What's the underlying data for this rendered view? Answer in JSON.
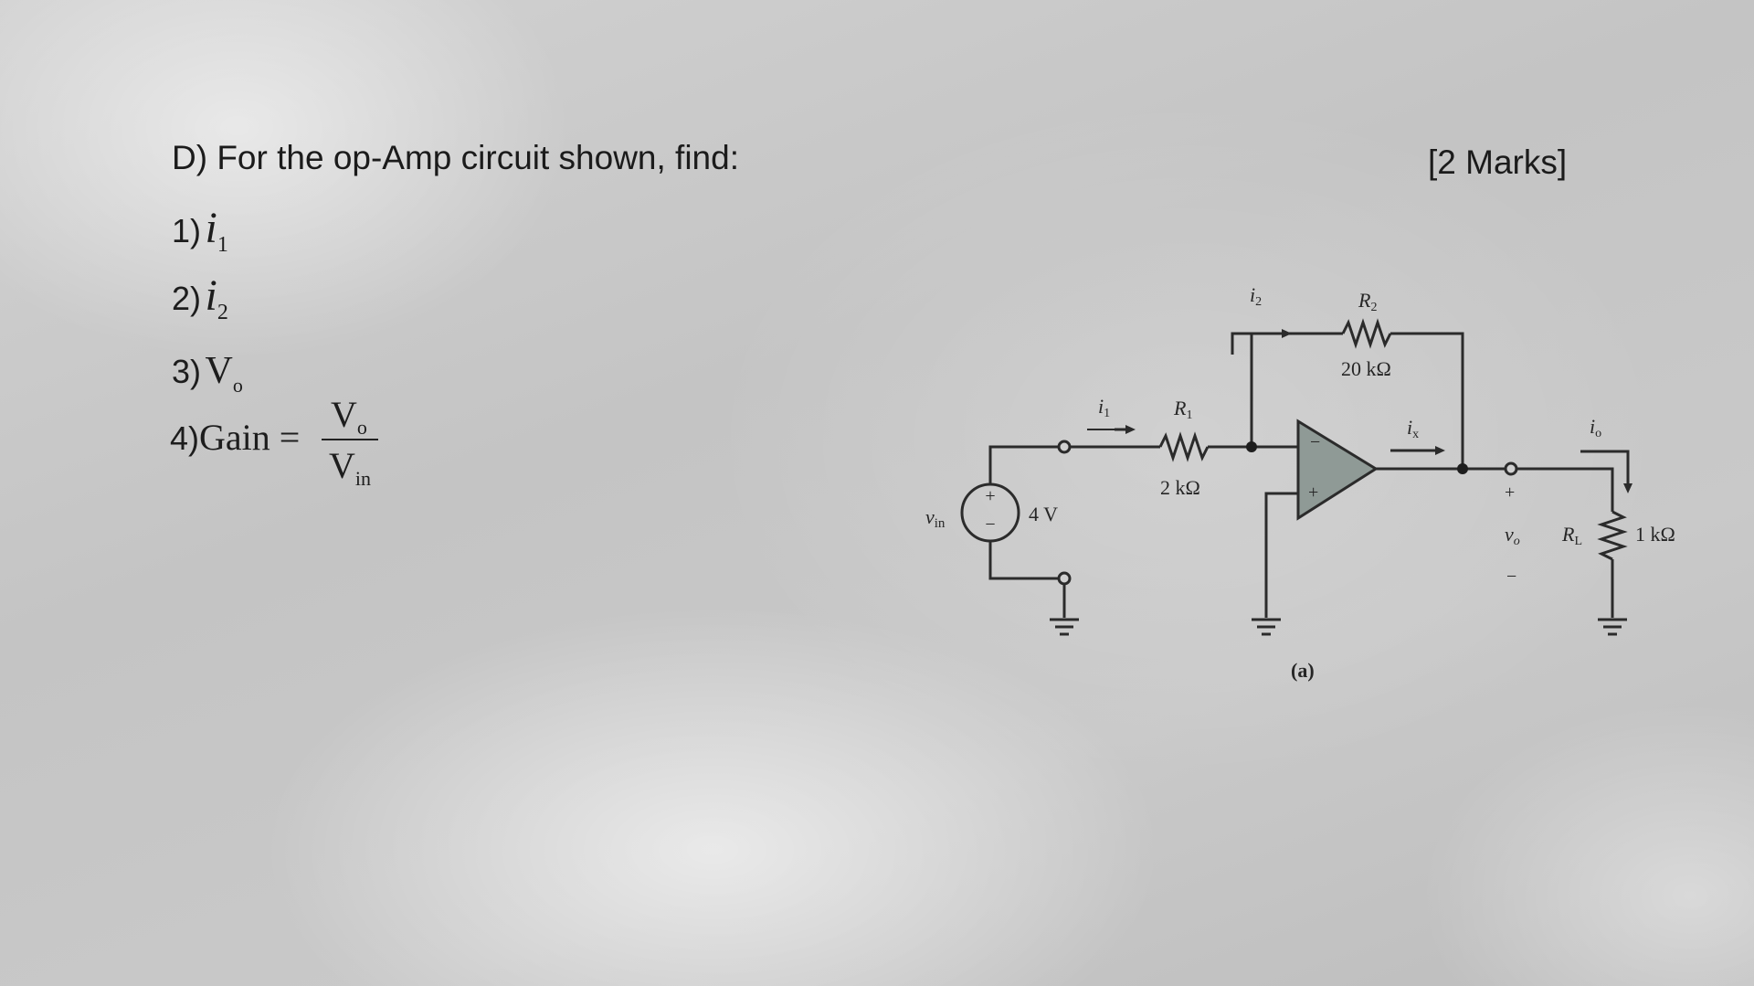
{
  "question": {
    "title": "D) For the op-Amp circuit shown, find:",
    "marks": "[2 Marks]",
    "items": [
      {
        "num": "1)",
        "var": "i",
        "sub": "1"
      },
      {
        "num": "2)",
        "var": "i",
        "sub": "2"
      },
      {
        "num": "3)",
        "var": "V",
        "sub": "o"
      },
      {
        "num": "4)",
        "label": "Gain =",
        "numerator_var": "V",
        "numerator_sub": "o",
        "denominator_var": "V",
        "denominator_sub": "in"
      }
    ]
  },
  "circuit": {
    "source_label": "v",
    "source_label_sub": "in",
    "source_value": "4 V",
    "source_plus": "+",
    "source_minus": "−",
    "i1_label": "i",
    "i1_sub": "1",
    "r1_label": "R",
    "r1_sub": "1",
    "r1_value": "2 kΩ",
    "i2_label": "i",
    "i2_sub": "2",
    "r2_label": "R",
    "r2_sub": "2",
    "r2_value": "20 kΩ",
    "opamp_minus": "−",
    "opamp_plus": "+",
    "ix_label": "i",
    "ix_sub": "x",
    "io_label": "i",
    "io_sub": "o",
    "vo_label": "v",
    "vo_sub": "o",
    "vo_plus": "+",
    "vo_minus": "−",
    "rl_label": "R",
    "rl_sub": "L",
    "rl_value": "1 kΩ",
    "caption": "(a)"
  }
}
